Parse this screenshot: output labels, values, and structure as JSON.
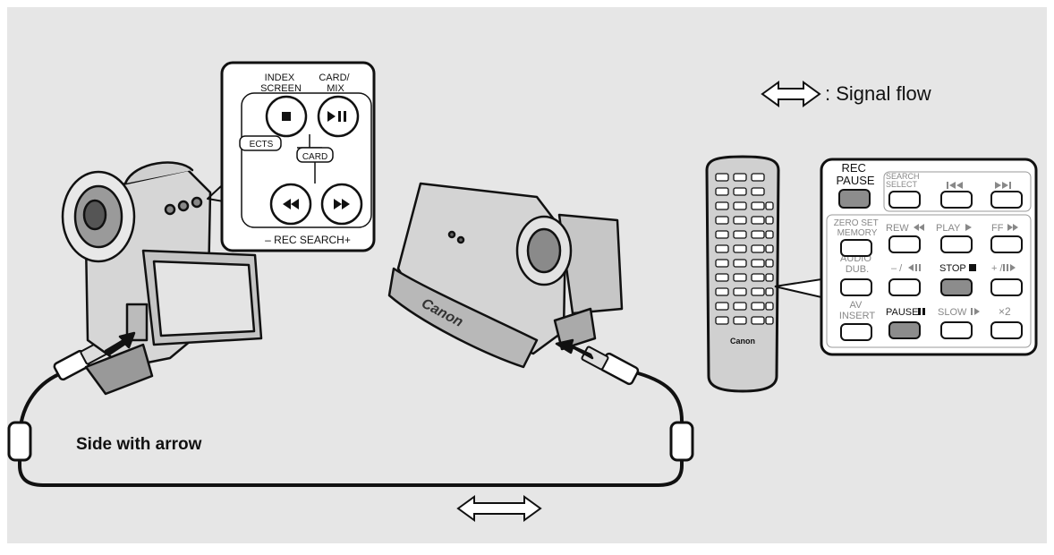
{
  "legend": {
    "text": ": Signal flow"
  },
  "cable_label": "Side with arrow",
  "camera_panel": {
    "index_screen": [
      "INDEX",
      "SCREEN"
    ],
    "card_mix": [
      "CARD/",
      "MIX"
    ],
    "card": "CARD",
    "effects": "ECTS",
    "rec_search": "– REC SEARCH+"
  },
  "camera_brand": "Canon",
  "remote_brand": "Canon",
  "remote_panel": {
    "rec_pause": [
      "REC",
      "PAUSE"
    ],
    "search_select": [
      "SEARCH",
      "SELECT"
    ],
    "zero_set_memory": [
      "ZERO SET",
      "MEMORY"
    ],
    "rew": "REW",
    "play": "PLAY",
    "ff": "FF",
    "audio_dub": [
      "AUDIO",
      "DUB."
    ],
    "slow_rev": "– /",
    "stop": "STOP",
    "slow_fwd": "+ /",
    "av_insert": [
      "AV",
      "INSERT"
    ],
    "pause": "PAUSE",
    "slow": "SLOW",
    "x2": "×2"
  },
  "colors": {
    "background": "#e6e6e6",
    "highlight_button": "#8c8c8c",
    "ink": "#111111"
  }
}
